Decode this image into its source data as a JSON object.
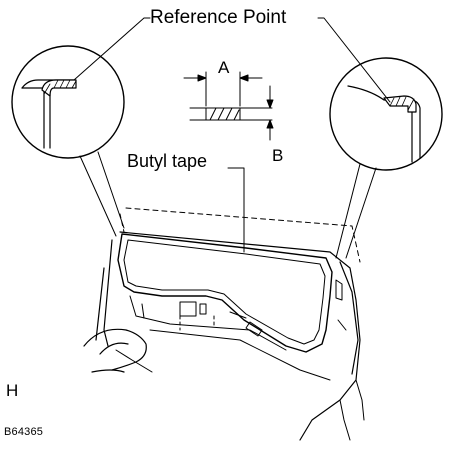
{
  "labels": {
    "reference_point": "Reference Point",
    "dimension_a": "A",
    "dimension_b": "B",
    "butyl_tape": "Butyl tape",
    "view_letter": "H",
    "figure_code": "B64365"
  }
}
